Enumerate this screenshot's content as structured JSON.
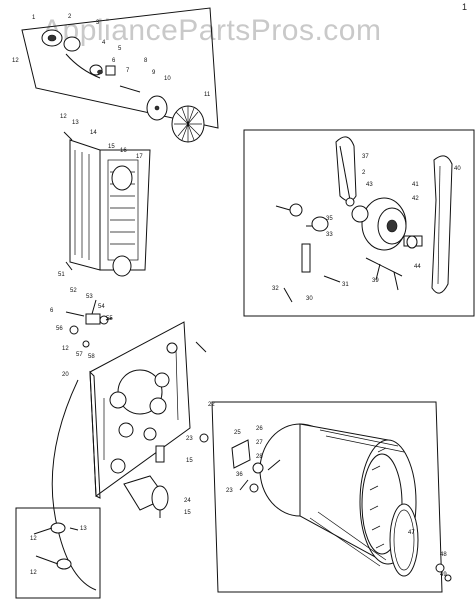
{
  "watermark": "AppliancePartsPros.com",
  "page_number": "1",
  "labels": [
    "1",
    "2",
    "3",
    "4",
    "5",
    "6",
    "7",
    "8",
    "9",
    "10",
    "11",
    "12",
    "12",
    "13",
    "14",
    "15",
    "16",
    "17",
    "51",
    "52",
    "53",
    "54",
    "55",
    "56",
    "57",
    "58",
    "12",
    "6",
    "20",
    "22",
    "23",
    "15",
    "24",
    "15",
    "23",
    "25",
    "26",
    "27",
    "28",
    "36",
    "12",
    "13",
    "12",
    "37",
    "2",
    "43",
    "41",
    "42",
    "40",
    "44",
    "39",
    "35",
    "33",
    "32",
    "30",
    "31",
    "47",
    "48",
    "49"
  ]
}
